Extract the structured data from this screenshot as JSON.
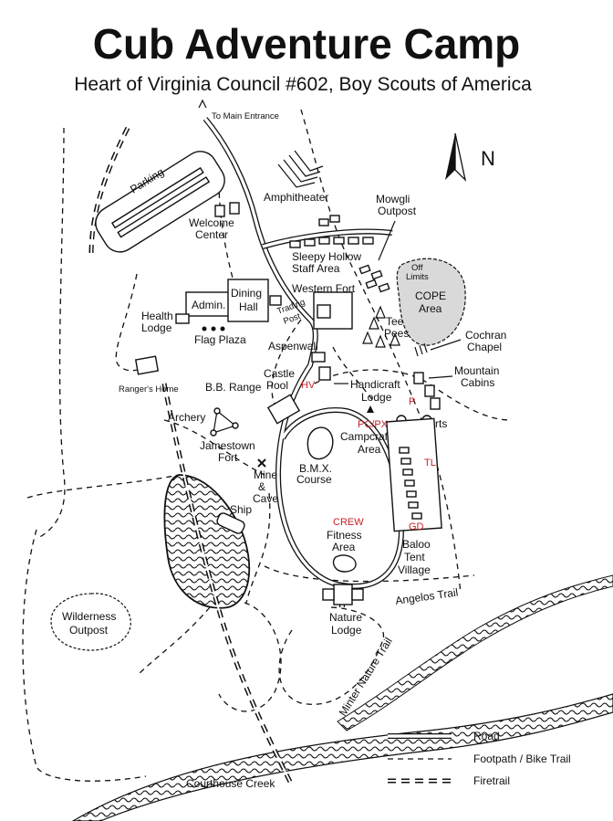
{
  "header": {
    "title": "Cub Adventure Camp",
    "subtitle": "Heart of Virginia Council #602, Boy Scouts of America"
  },
  "compass": {
    "label": "N"
  },
  "places": {
    "main_entrance": "To Main Entrance",
    "parking": "Parking",
    "amphitheater": "Amphitheater",
    "mowgli_outpost_1": "Mowgli",
    "mowgli_outpost_2": "Outpost",
    "welcome_center_1": "Welcome",
    "welcome_center_2": "Center",
    "sleepy_hollow_1": "Sleepy Hollow",
    "sleepy_hollow_2": "Staff Area",
    "off_limits_1": "Off",
    "off_limits_2": "Limits",
    "cope_1": "COPE",
    "cope_2": "Area",
    "admin": "Admin.",
    "dining_hall_1": "Dining",
    "dining_hall_2": "Hall",
    "western_fort": "Western Fort",
    "trading_post_1": "Trading",
    "trading_post_2": "Post",
    "health_lodge_1": "Health",
    "health_lodge_2": "Lodge",
    "flag_plaza": "Flag Plaza",
    "tee_pees_1": "Tee",
    "tee_pees_2": "Pees",
    "cochran_chapel_1": "Cochran",
    "cochran_chapel_2": "Chapel",
    "aspenwall": "Aspenwall",
    "mountain_cabins_1": "Mountain",
    "mountain_cabins_2": "Cabins",
    "castle_pool_1": "Castle",
    "castle_pool_2": "Pool",
    "rangers_home": "Ranger's Home",
    "bb_range": "B.B. Range",
    "handicraft_lodge_1": "Handicraft",
    "handicraft_lodge_2": "Lodge",
    "archery": "Archery",
    "yurts": "Yurts",
    "campcraft_1": "Campcraft",
    "campcraft_2": "Area",
    "jamestown_fort_1": "Jamestown",
    "jamestown_fort_2": "Fort",
    "bmx_1": "B.M.X.",
    "bmx_2": "Course",
    "mine_cave_1": "Mine",
    "mine_cave_2": "&",
    "mine_cave_3": "Cave",
    "ship": "Ship",
    "fitness_1": "Fitness",
    "fitness_2": "Area",
    "baloo_1": "Baloo",
    "baloo_2": "Tent",
    "baloo_3": "Village",
    "angelos_trail": "Angelos Trail",
    "wilderness_1": "Wilderness",
    "wilderness_2": "Outpost",
    "nature_lodge_1": "Nature",
    "nature_lodge_2": "Lodge",
    "minter_trail": "Minter Nature Trail",
    "courthouse_creek": "Courthouse Creek"
  },
  "red_labels": {
    "hv": "HV",
    "p": "P",
    "pc_px": "PC/PX",
    "tl": "TL",
    "crew": "CREW",
    "gd": "GD"
  },
  "legend": {
    "road": "Road",
    "footpath": "Footpath / Bike Trail",
    "firetrail": "Firetrail"
  },
  "colors": {
    "accent_red": "#c8202a",
    "cope_fill": "#d9d9d9"
  }
}
